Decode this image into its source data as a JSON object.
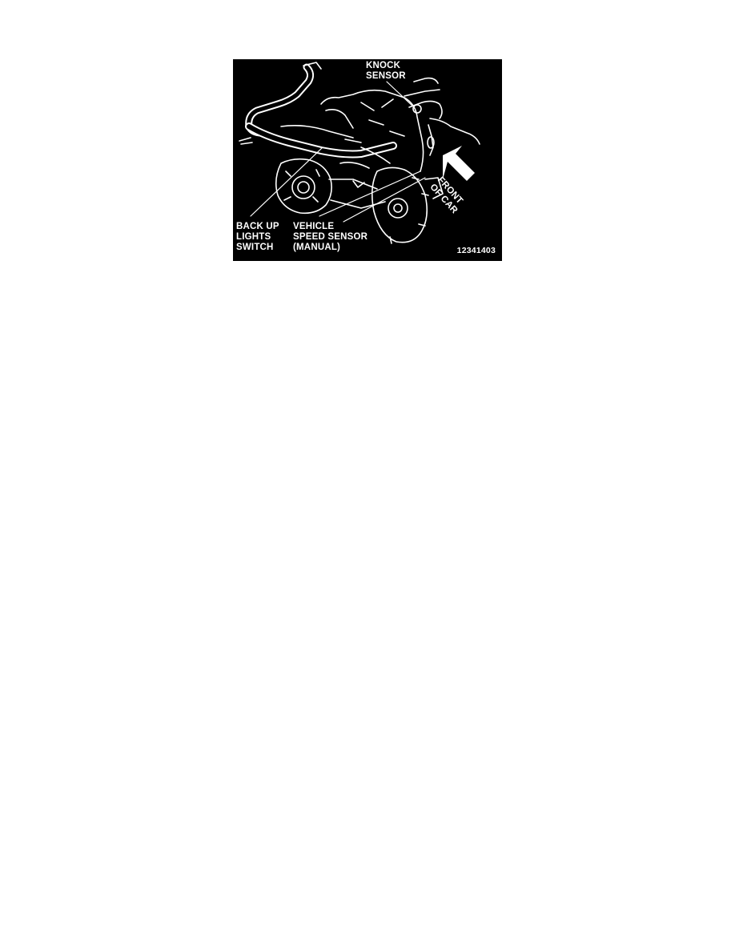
{
  "figure": {
    "background_color": "#000000",
    "line_color": "#ffffff",
    "labels": {
      "knock_sensor": "KNOCK\nSENSOR",
      "back_up_lights_switch": "BACK UP\nLIGHTS\nSWITCH",
      "vehicle_speed_sensor": "VEHICLE\nSPEED SENSOR\n(MANUAL)",
      "front_of_car": "FRONT\nOF CAR",
      "figure_number": "12341403"
    },
    "icons": {
      "direction_arrow": "arrow-up-left-icon"
    }
  }
}
